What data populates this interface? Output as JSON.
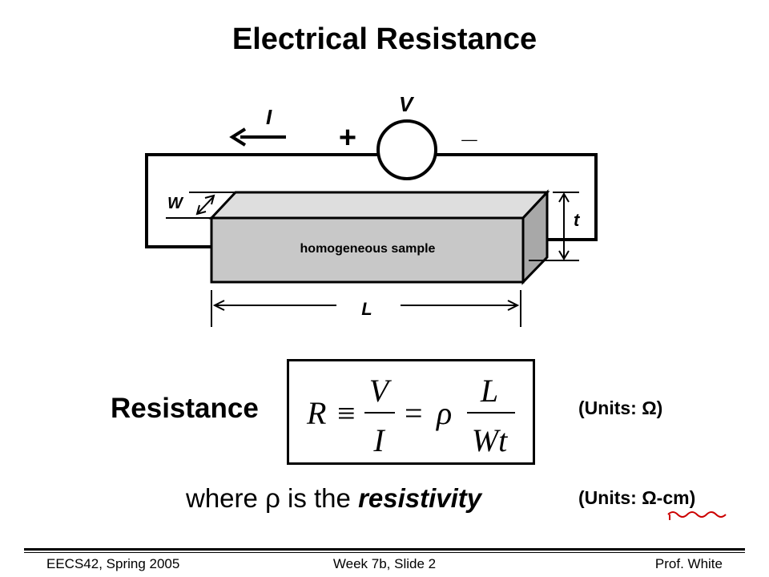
{
  "slide": {
    "title": "Electrical Resistance"
  },
  "diagram": {
    "current_label": "I",
    "voltage_label": "V",
    "plus_sign": "+",
    "minus_sign": "_",
    "width_label": "W",
    "thickness_label": "t",
    "length_label": "L",
    "sample_label": "homogeneous sample",
    "sample_colors": {
      "front": "#c8c8c8",
      "top": "#dedede",
      "side": "#a8a8a8"
    }
  },
  "equation": {
    "heading": "Resistance",
    "lhs": "R",
    "equiv": "≡",
    "v": "V",
    "i": "I",
    "eq": "=",
    "rho": "ρ",
    "l": "L",
    "wt": "Wt"
  },
  "units": {
    "resistance": "(Units: Ω)",
    "resistivity_prefix": "(Units: ",
    "resistivity_unit": "Ω-cm",
    "resistivity_suffix": ")"
  },
  "statement": {
    "prefix": "where ",
    "rho": "ρ",
    "middle": " is the ",
    "term": "resistivity"
  },
  "footer": {
    "left": "EECS42, Spring 2005",
    "center": "Week 7b, Slide 2",
    "right": "Prof. White"
  },
  "annotation_color": "#cc0000"
}
